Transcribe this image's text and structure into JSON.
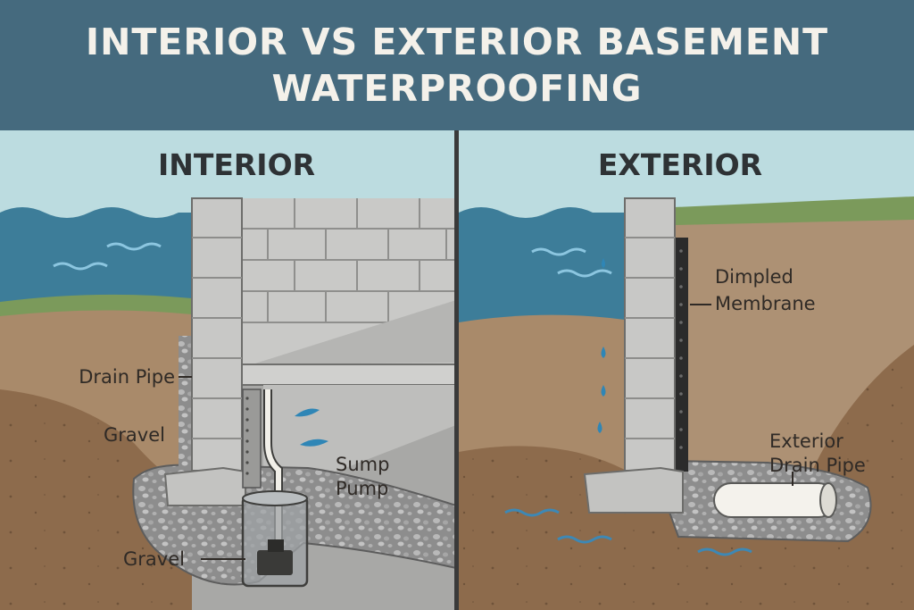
{
  "title": "INTERIOR VS EXTERIOR BASEMENT WATERPROOFING",
  "panels": {
    "interior": {
      "heading": "INTERIOR",
      "labels": {
        "drain_pipe": "Drain Pipe",
        "gravel_upper": "Gravel",
        "sump_pump_line1": "Sump",
        "sump_pump_line2": "Pump",
        "gravel_lower": "Gravel"
      }
    },
    "exterior": {
      "heading": "EXTERIOR",
      "labels": {
        "membrane_line1": "Dimpled",
        "membrane_line2": "Membrane",
        "drain_line1": "Exterior",
        "drain_line2": "Drain Pipe"
      }
    }
  },
  "colors": {
    "banner": "#456a7e",
    "sky": "#bcdce0",
    "water": "#3d7d99",
    "soil": "#8a6a4d",
    "grass": "#7b9a5b",
    "concrete": "#c8c8c6",
    "gravel": "#8f8f8f"
  }
}
